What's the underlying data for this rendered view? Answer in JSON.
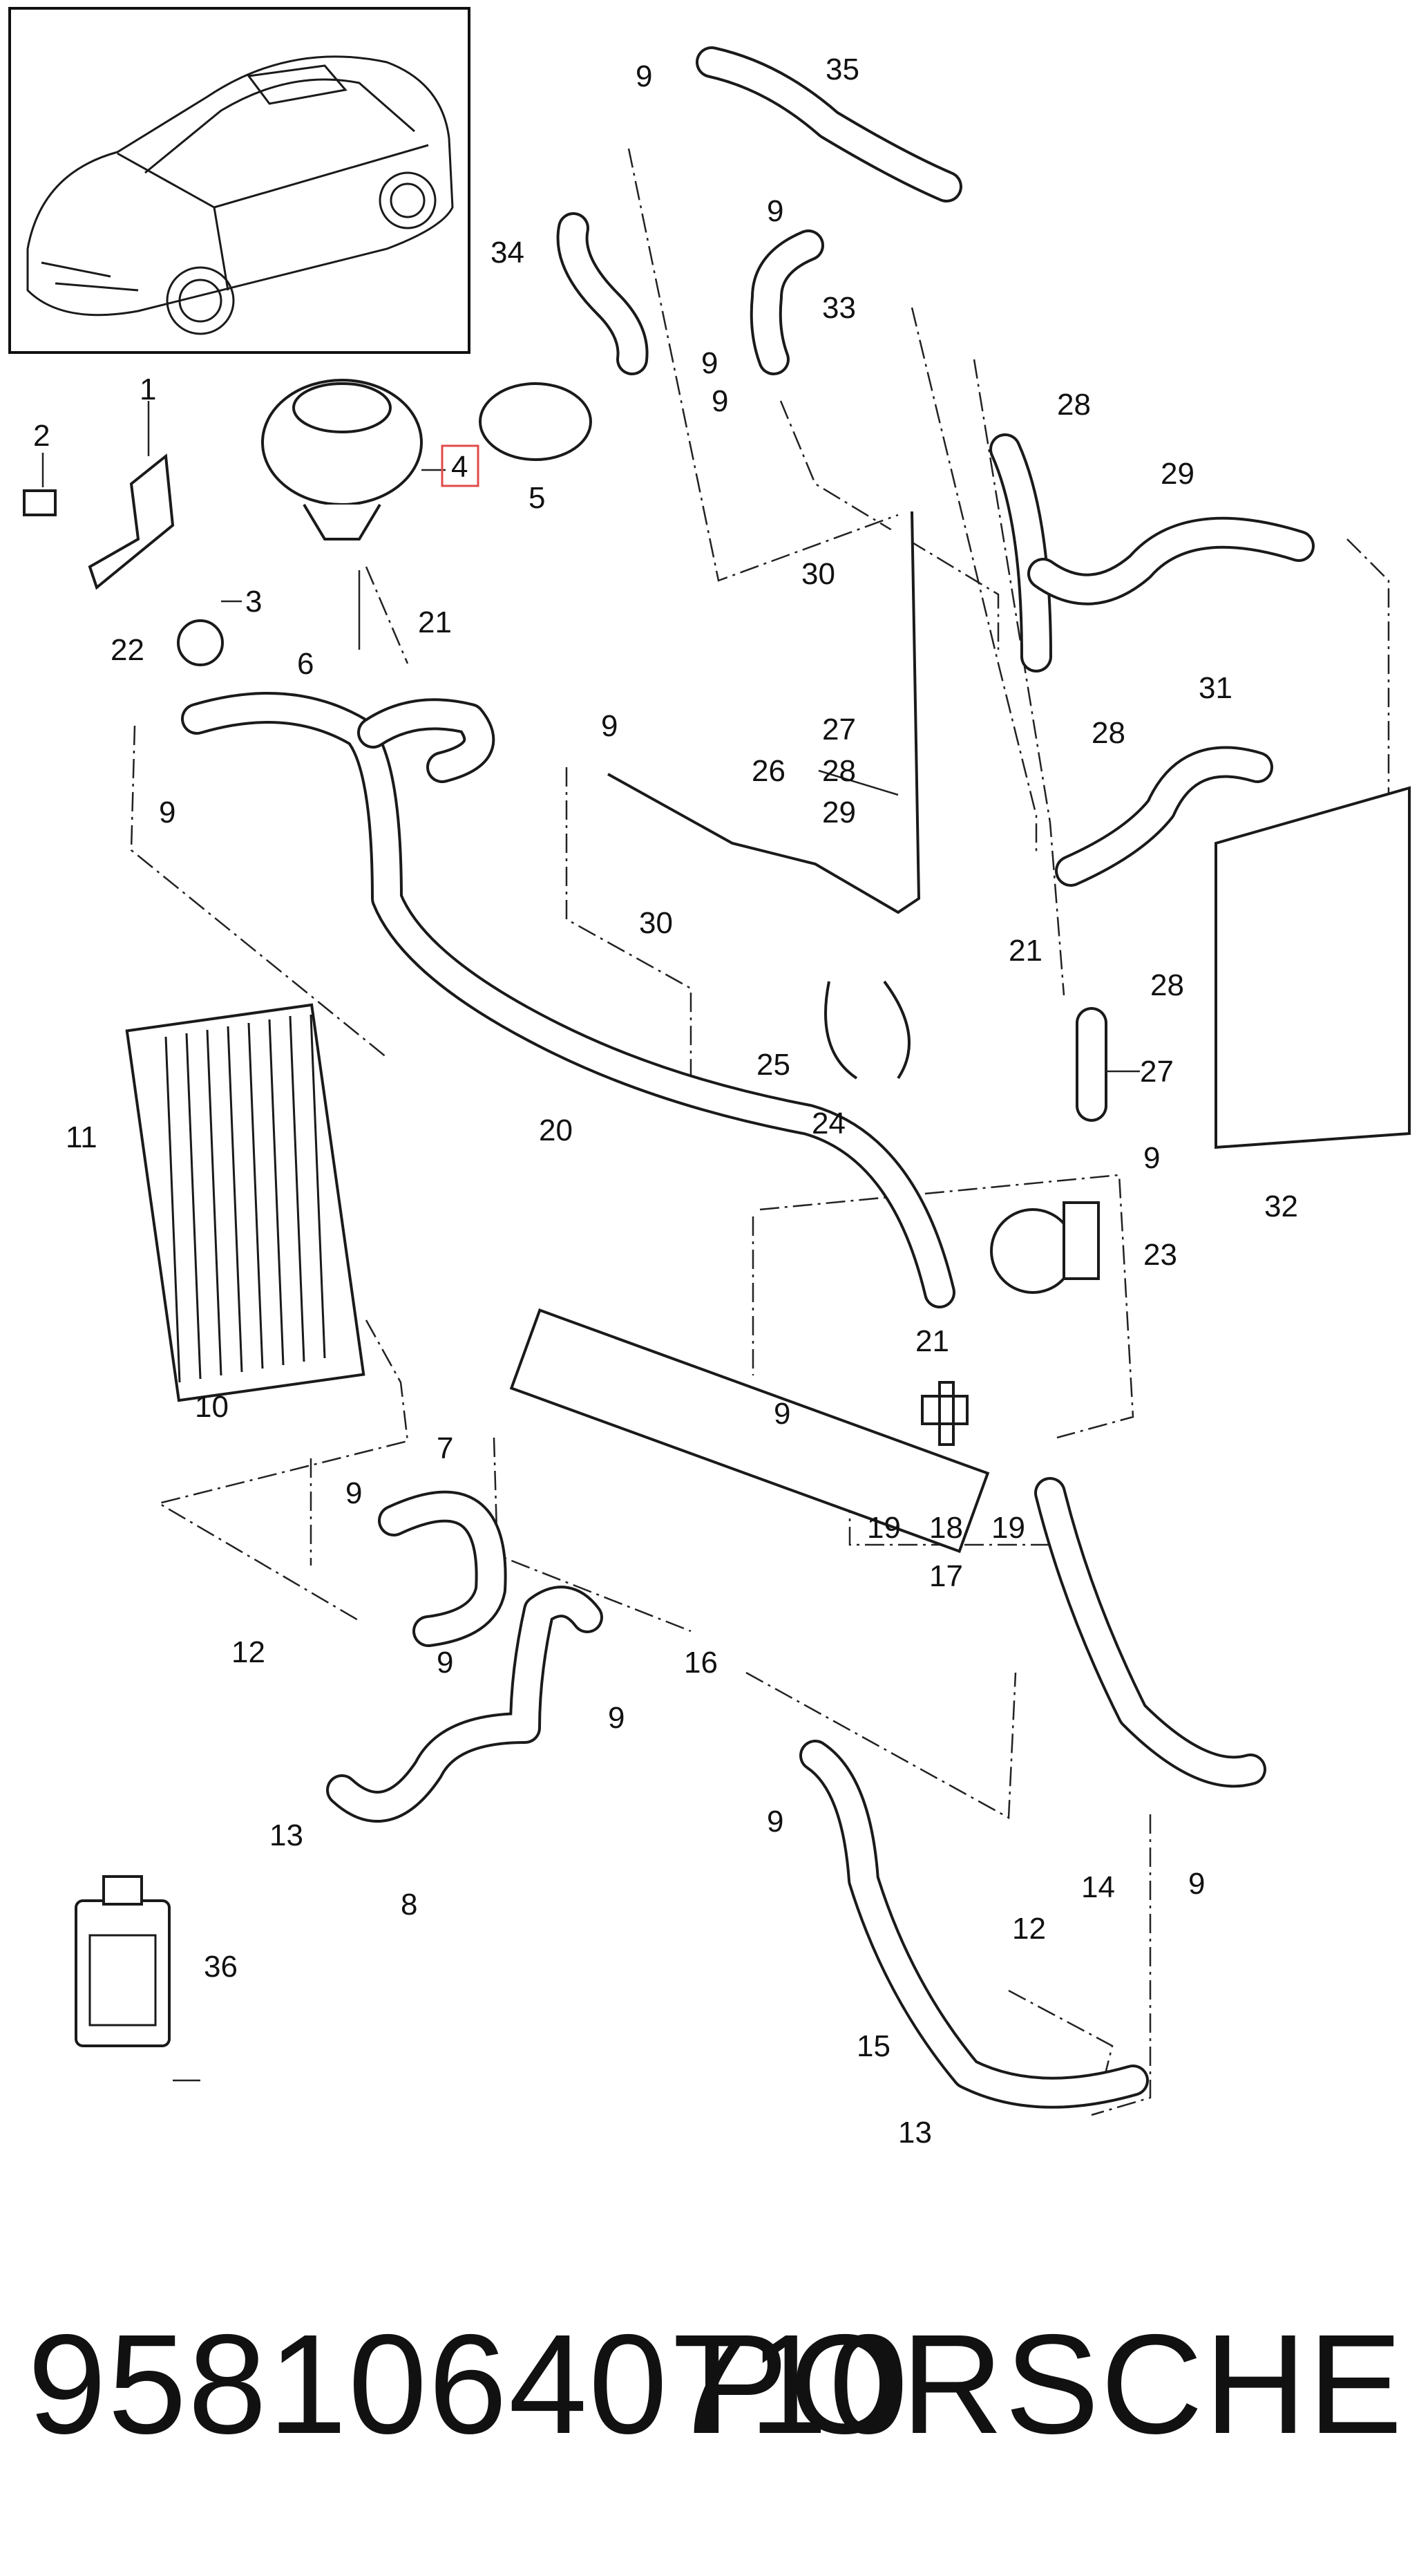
{
  "footer": {
    "part_number": "95810640710",
    "brand": "PORSCHE"
  },
  "callouts": {
    "c1": "1",
    "c2": "2",
    "c3": "3",
    "c4": "4",
    "c5": "5",
    "c6": "6",
    "c7": "7",
    "c8": "8",
    "c9a": "9",
    "c9b": "9",
    "c9c": "9",
    "c9d": "9",
    "c9e": "9",
    "c9f": "9",
    "c9g": "9",
    "c9h": "9",
    "c9i": "9",
    "c9j": "9",
    "c9k": "9",
    "c9l": "9",
    "c9m": "9",
    "c10": "10",
    "c11": "11",
    "c12a": "12",
    "c12b": "12",
    "c13a": "13",
    "c13b": "13",
    "c14": "14",
    "c15": "15",
    "c16": "16",
    "c17": "17",
    "c18": "18",
    "c19a": "19",
    "c19b": "19",
    "c20": "20",
    "c21a": "21",
    "c21b": "21",
    "c21c": "21",
    "c22": "22",
    "c23": "23",
    "c24": "24",
    "c25": "25",
    "c26": "26",
    "c27a": "27",
    "c27b": "27",
    "c28a": "28",
    "c28b": "28",
    "c28c": "28",
    "c28d": "28",
    "c29a": "29",
    "c29b": "29",
    "c30a": "30",
    "c30b": "30",
    "c31": "31",
    "c32": "32",
    "c33": "33",
    "c34": "34",
    "c35": "35",
    "c36": "36"
  }
}
